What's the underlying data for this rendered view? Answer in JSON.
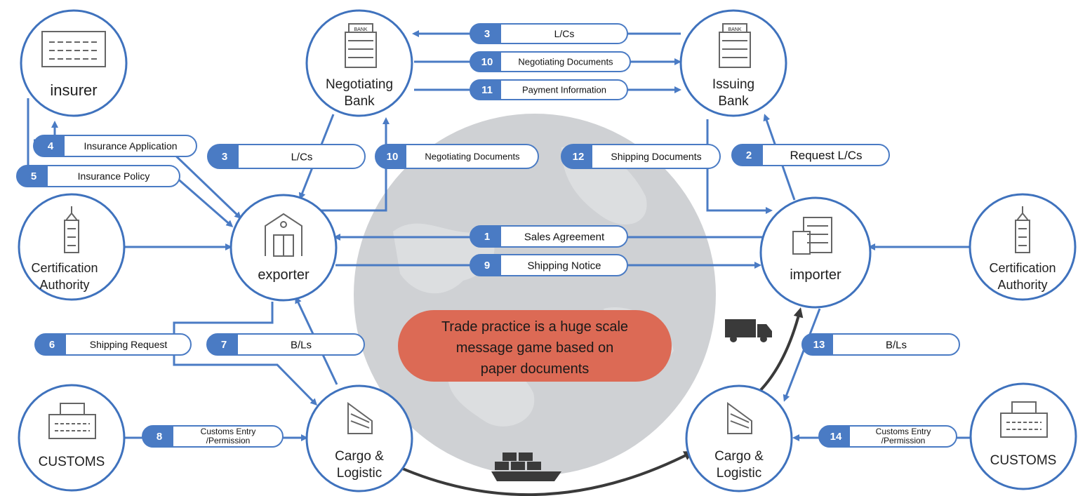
{
  "colors": {
    "accent": "#4a7bc4",
    "node_border": "#3f72bd",
    "globe": "#cfd1d4",
    "callout": "#dc6a55",
    "dark_arrow": "#3a3a3a"
  },
  "nodes": {
    "insurer": [
      "insurer"
    ],
    "negotiating_bank": [
      "Negotiating",
      "Bank"
    ],
    "issuing_bank": [
      "Issuing",
      "Bank"
    ],
    "exporter": [
      "exporter"
    ],
    "importer": [
      "importer"
    ],
    "cert_left": [
      "Certification",
      "Authority"
    ],
    "cert_right": [
      "Certification",
      "Authority"
    ],
    "customs_left": [
      "CUSTOMS"
    ],
    "customs_right": [
      "CUSTOMS"
    ],
    "cargo_left": [
      "Cargo &",
      "Logistic"
    ],
    "cargo_right": [
      "Cargo &",
      "Logistic"
    ],
    "bank_sign": "BANK"
  },
  "messages": [
    {
      "num": "3",
      "label": [
        "L/Cs"
      ]
    },
    {
      "num": "10",
      "label": [
        "Negotiating Documents"
      ]
    },
    {
      "num": "11",
      "label": [
        "Payment Information"
      ]
    },
    {
      "num": "4",
      "label": [
        "Insurance Application"
      ]
    },
    {
      "num": "5",
      "label": [
        "Insurance Policy"
      ]
    },
    {
      "num": "3",
      "label": [
        "L/Cs"
      ]
    },
    {
      "num": "10",
      "label": [
        "Negotiating Documents"
      ]
    },
    {
      "num": "12",
      "label": [
        "Shipping Documents"
      ]
    },
    {
      "num": "2",
      "label": [
        "Request L/Cs"
      ]
    },
    {
      "num": "1",
      "label": [
        "Sales Agreement"
      ]
    },
    {
      "num": "9",
      "label": [
        "Shipping Notice"
      ]
    },
    {
      "num": "6",
      "label": [
        "Shipping Request"
      ]
    },
    {
      "num": "7",
      "label": [
        "B/Ls"
      ]
    },
    {
      "num": "13",
      "label": [
        "B/Ls"
      ]
    },
    {
      "num": "8",
      "label": [
        "Customs Entry",
        "/Permission"
      ]
    },
    {
      "num": "14",
      "label": [
        "Customs Entry",
        "/Permission"
      ]
    }
  ],
  "callout": [
    "Trade practice is a huge scale",
    "message game based on",
    "paper documents"
  ]
}
